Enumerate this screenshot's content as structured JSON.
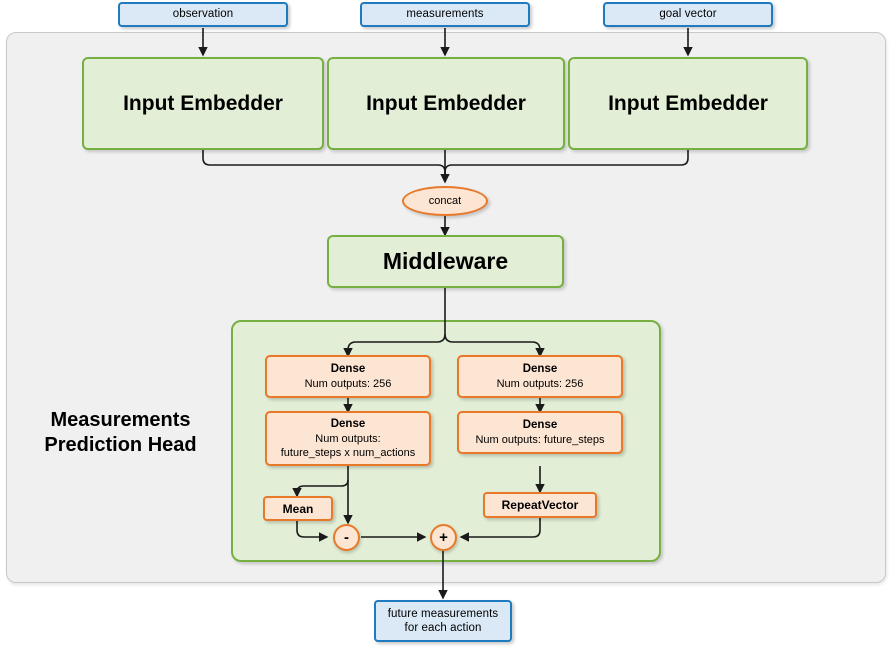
{
  "diagram": {
    "title": "Measurements Prediction Head network diagram",
    "colors": {
      "panel_bg": "#f0f0f0",
      "panel_border": "#c8c8c8",
      "io_fill": "#dbe9f7",
      "io_border": "#1f7ac0",
      "green_fill": "#e2eed5",
      "green_border": "#76b043",
      "orange_fill": "#fde5d3",
      "orange_border": "#e8792a",
      "edge": "#1a1a1a"
    }
  },
  "inputs": [
    {
      "label": "observation"
    },
    {
      "label": "measurements"
    },
    {
      "label": "goal vector"
    }
  ],
  "embedders": [
    {
      "label": "Input Embedder"
    },
    {
      "label": "Input Embedder"
    },
    {
      "label": "Input Embedder"
    }
  ],
  "concat": {
    "label": "concat"
  },
  "middleware": {
    "label": "Middleware"
  },
  "head": {
    "label_line1": "Measurements",
    "label_line2": "Prediction Head",
    "left_branch": {
      "dense1": {
        "title": "Dense",
        "line1": "Num outputs: 256"
      },
      "dense2": {
        "title": "Dense",
        "line1": "Num outputs:",
        "line2": "future_steps x num_actions"
      },
      "mean": {
        "label": "Mean"
      },
      "op": {
        "label": "-"
      }
    },
    "right_branch": {
      "dense1": {
        "title": "Dense",
        "line1": "Num outputs: 256"
      },
      "dense2": {
        "title": "Dense",
        "line1": "Num outputs: future_steps"
      },
      "repeat_vector": {
        "label": "RepeatVector"
      },
      "op": {
        "label": "+"
      }
    }
  },
  "output": {
    "line1": "future measurements",
    "line2": "for each action"
  }
}
